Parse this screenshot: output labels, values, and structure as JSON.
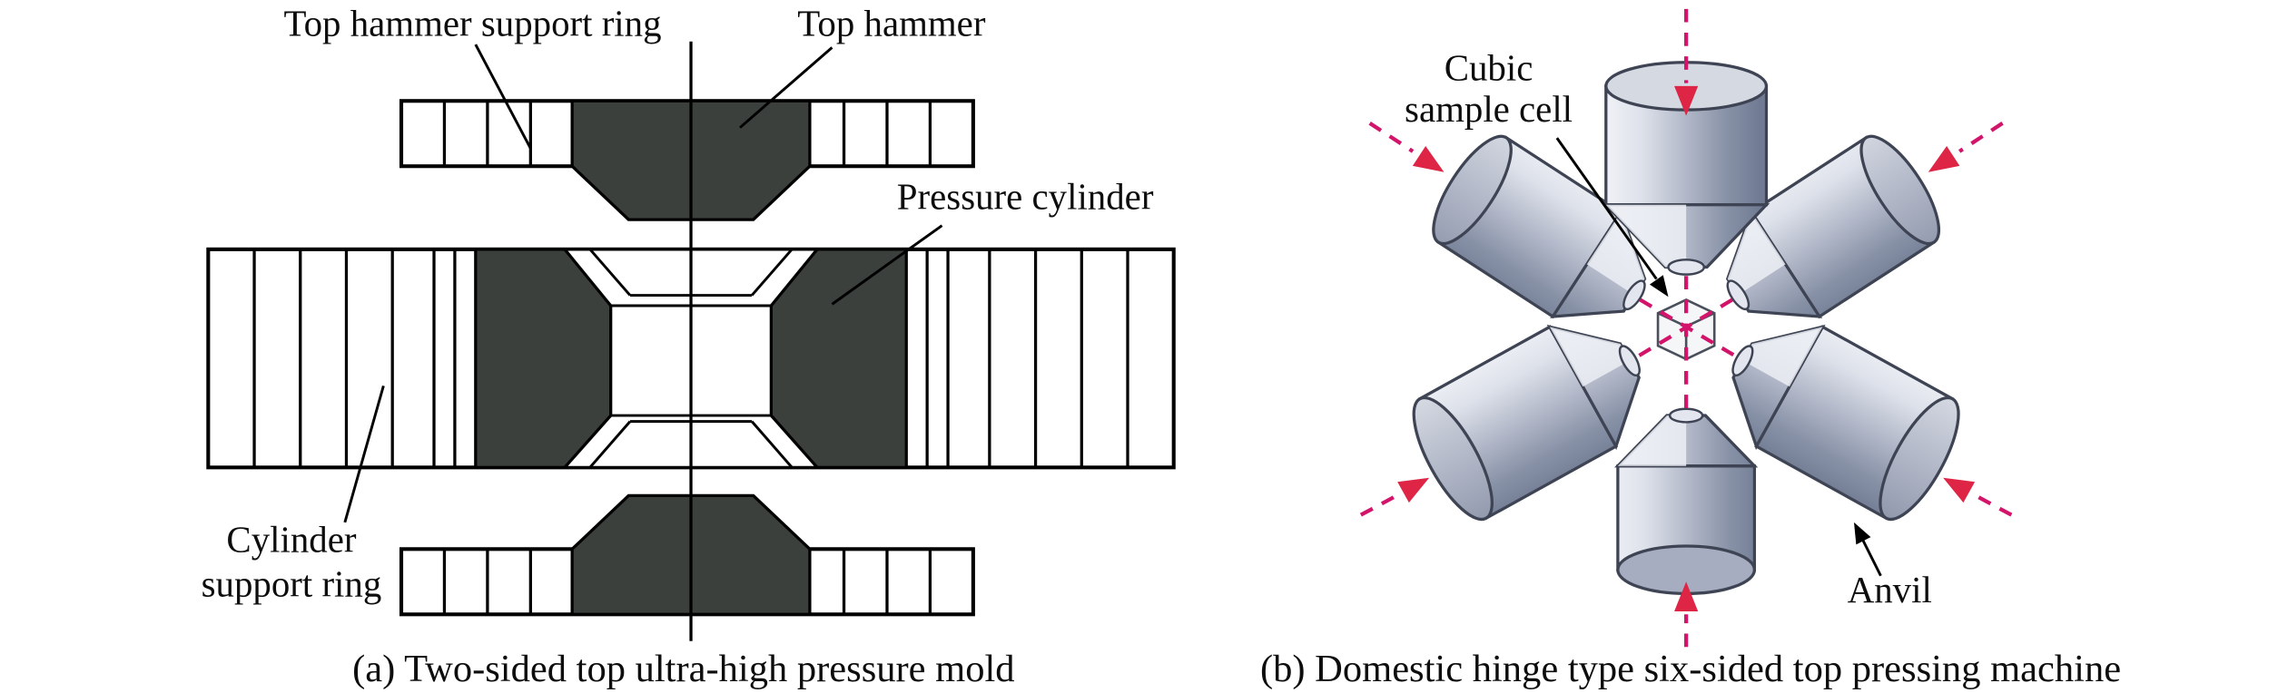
{
  "figure": {
    "panel_a": {
      "caption": "(a) Two-sided top ultra-high pressure mold",
      "labels": {
        "top_hammer_support_ring": "Top hammer support ring",
        "top_hammer": "Top hammer",
        "pressure_cylinder": "Pressure cylinder",
        "cylinder_support_ring_line1": "Cylinder",
        "cylinder_support_ring_line2": "support ring"
      },
      "colors": {
        "part_dark": "#3c403d",
        "outline": "#000000"
      }
    },
    "panel_b": {
      "caption": "(b) Domestic hinge type six-sided top pressing machine",
      "labels": {
        "cubic_sample_cell_line1": "Cubic",
        "cubic_sample_cell_line2": "sample cell",
        "anvil": "Anvil"
      },
      "colors": {
        "force_arrow": "#d2156b",
        "force_arrow_head": "#de2545",
        "anvil_light": "#eef0f5",
        "anvil_dark": "#707b93"
      }
    }
  }
}
